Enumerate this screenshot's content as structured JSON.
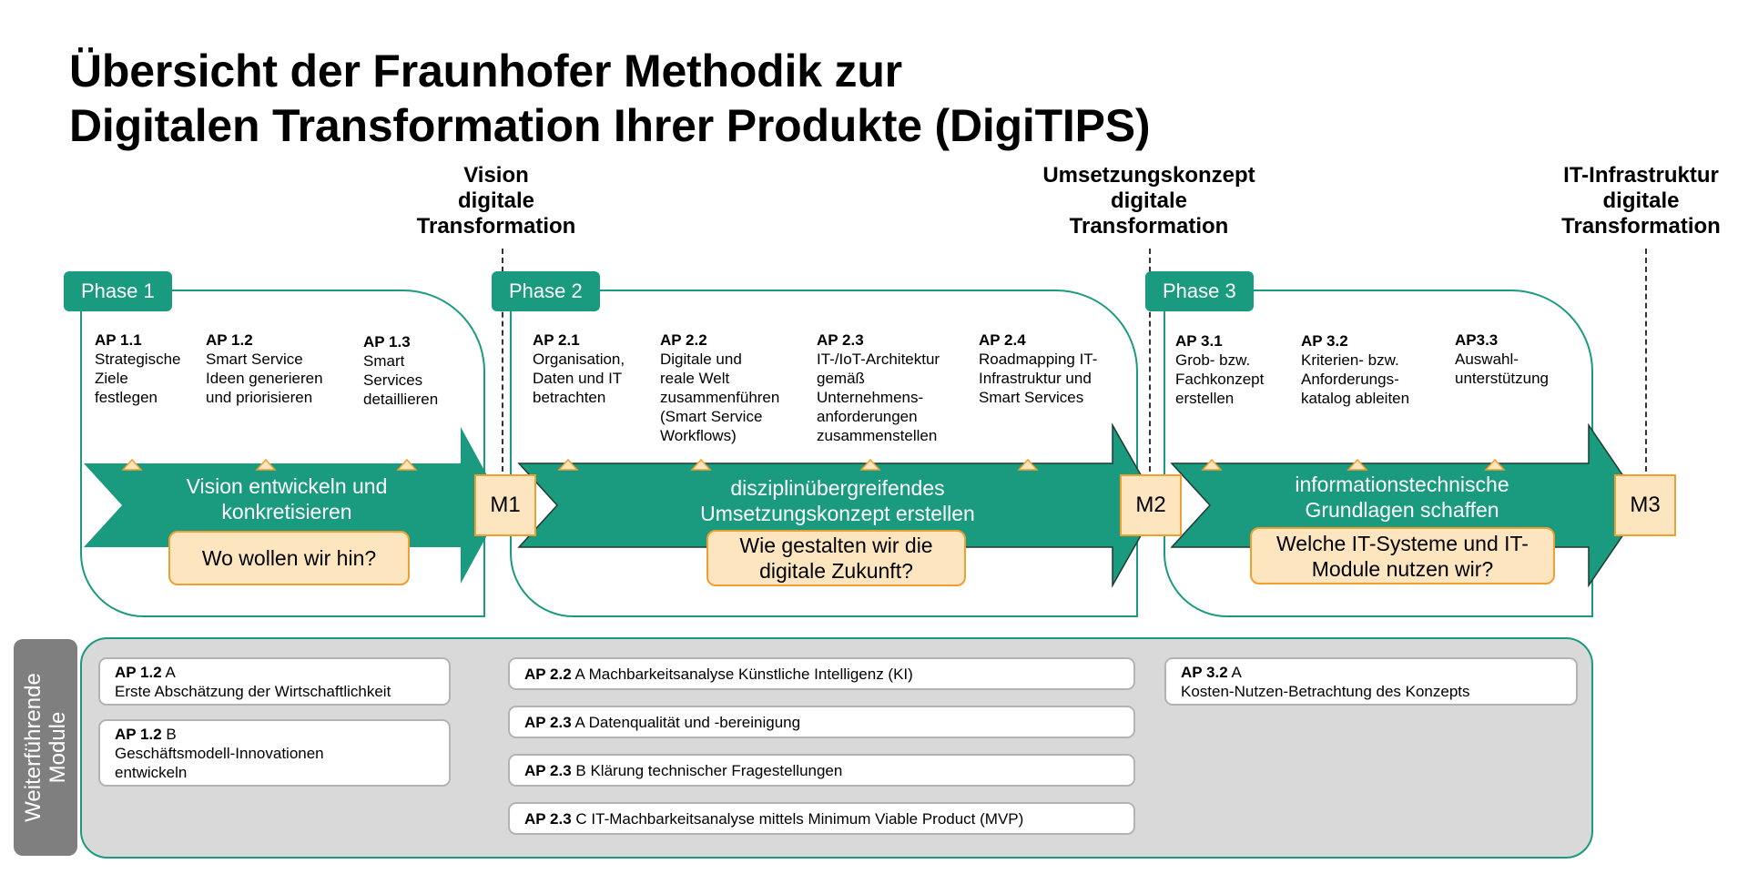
{
  "title": {
    "line1": "Übersicht der Fraunhofer Methodik zur",
    "line2": "Digitalen Transformation Ihrer Produkte (DigiTIPS)"
  },
  "milestones_labels": [
    {
      "l1": "Vision",
      "l2": "digitale",
      "l3": "Transformation"
    },
    {
      "l1": "Umsetzungskonzept",
      "l2": "digitale",
      "l3": "Transformation"
    },
    {
      "l1": "IT-Infrastruktur",
      "l2": "digitale",
      "l3": "Transformation"
    }
  ],
  "phases": [
    {
      "label": "Phase 1",
      "aps": [
        {
          "code": "AP 1.1",
          "text": [
            "Strategische",
            "Ziele",
            "festlegen"
          ]
        },
        {
          "code": "AP 1.2",
          "text": [
            "Smart Service",
            "Ideen generieren",
            "und priorisieren"
          ]
        },
        {
          "code": "AP 1.3",
          "text": [
            "Smart",
            "Services",
            "detaillieren"
          ]
        }
      ],
      "arrow": [
        "Vision entwickeln und",
        "konkretisieren"
      ],
      "question": [
        "Wo wollen wir hin?"
      ],
      "milestone": "M1"
    },
    {
      "label": "Phase 2",
      "aps": [
        {
          "code": "AP 2.1",
          "text": [
            "Organisation,",
            "Daten und IT",
            "betrachten"
          ]
        },
        {
          "code": "AP 2.2",
          "text": [
            "Digitale und",
            "reale Welt",
            "zusammenführen",
            "(Smart Service",
            "Workflows)"
          ]
        },
        {
          "code": "AP 2.3",
          "text": [
            "IT-/IoT-Architektur",
            "gemäß",
            "Unternehmens-",
            "anforderungen",
            "zusammenstellen"
          ]
        },
        {
          "code": "AP 2.4",
          "text": [
            "Roadmapping IT-",
            "Infrastruktur und",
            "Smart Services"
          ]
        }
      ],
      "arrow": [
        "disziplinübergreifendes",
        "Umsetzungskonzept erstellen"
      ],
      "question": [
        "Wie gestalten wir die",
        "digitale Zukunft?"
      ],
      "milestone": "M2"
    },
    {
      "label": "Phase 3",
      "aps": [
        {
          "code": "AP 3.1",
          "text": [
            "Grob- bzw.",
            "Fachkonzept",
            "erstellen"
          ]
        },
        {
          "code": "AP 3.2",
          "text": [
            "Kriterien- bzw.",
            "Anforderungs-",
            "katalog ableiten"
          ]
        },
        {
          "code": "AP3.3",
          "text": [
            "Auswahl-",
            "unterstützung"
          ]
        }
      ],
      "arrow": [
        "informationstechnische",
        "Grundlagen schaffen"
      ],
      "question": [
        "Welche IT-Systeme und IT-",
        "Module nutzen wir?"
      ],
      "milestone": "M3"
    }
  ],
  "modules": {
    "side_label": [
      "Weiterführende",
      "Module"
    ],
    "items": [
      {
        "code": "AP 1.2",
        "suffix": " A",
        "text": "Erste Abschätzung der Wirtschaftlichkeit"
      },
      {
        "code": "AP 1.2",
        "suffix": " B",
        "text": "Geschäftsmodell-Innovationen",
        "text2": "entwickeln"
      },
      {
        "code": "AP 2.2",
        "suffix": " A Machbarkeitsanalyse Künstliche Intelligenz (KI)"
      },
      {
        "code": "AP 2.3",
        "suffix": " A Datenqualität und -bereinigung"
      },
      {
        "code": "AP 2.3",
        "suffix": " B Klärung technischer Fragestellungen"
      },
      {
        "code": "AP 2.3",
        "suffix": " C IT-Machbarkeitsanalyse mittels Minimum Viable Product (MVP)"
      },
      {
        "code": "AP 3.2",
        "suffix": " A",
        "text": "Kosten-Nutzen-Betrachtung des Konzepts"
      }
    ]
  },
  "colors": {
    "green": "#1a9a7e",
    "orange": "#f0a030",
    "cream": "#fde5bf",
    "grey": "#7f7f7f"
  }
}
